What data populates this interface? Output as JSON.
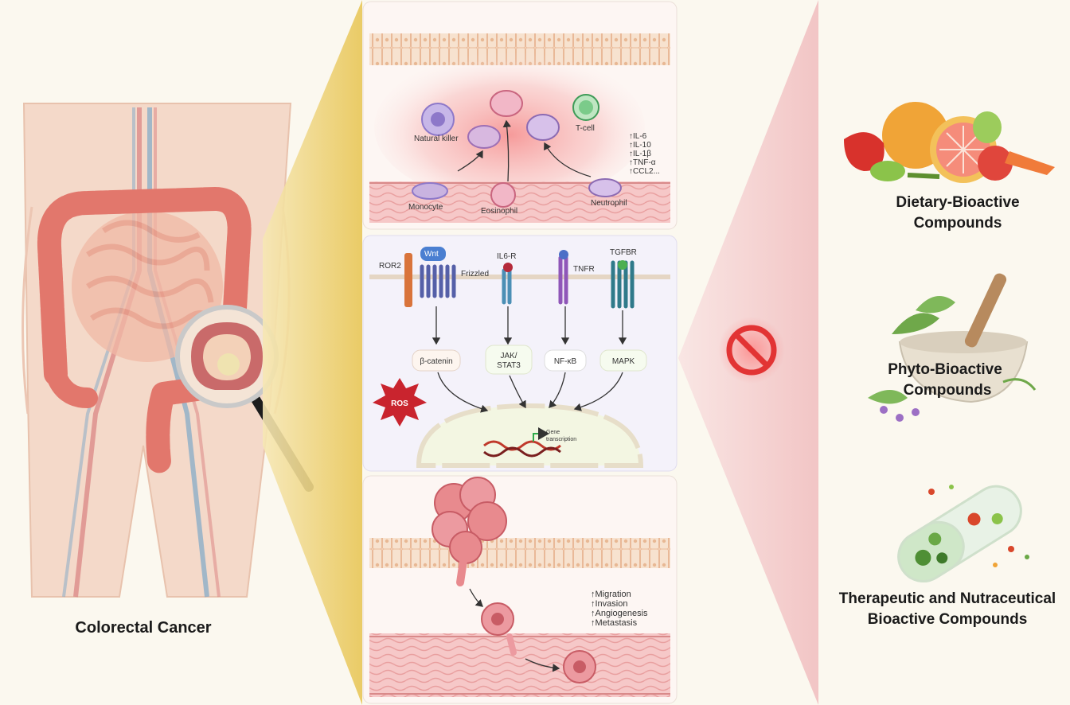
{
  "left_panel": {
    "title": "Colorectal Cancer"
  },
  "inflammation_panel": {
    "cells": {
      "natural_killer": "Natural killer",
      "t_cell": "T-cell",
      "monocyte": "Monocyte",
      "eosinophil": "Eosinophil",
      "neutrophil": "Neutrophil"
    },
    "cytokines": [
      "↑IL-6",
      "↑IL-10",
      "↑IL-1β",
      "↑TNF-α",
      "↑CCL2..."
    ]
  },
  "signaling_panel": {
    "receptors": {
      "ror2": "ROR2",
      "wnt": "Wnt",
      "frizzled": "Frizzled",
      "il6r": "IL6-R",
      "tnfr": "TNFR",
      "tgfbr": "TGFBR"
    },
    "pathways": {
      "beta_catenin": "β-catenin",
      "jak_line1": "JAK/",
      "jak_line2": "STAT3",
      "nfkb": "NF-κB",
      "mapk": "MAPK"
    },
    "ros": "ROS",
    "gene_line1": "Gene",
    "gene_line2": "transcription"
  },
  "metastasis_panel": {
    "effects": [
      "↑Migration",
      "↑Invasion",
      "↑Angiogenesis",
      "↑Metastasis"
    ]
  },
  "compounds": {
    "dietary_line1": "Dietary-Bioactive",
    "dietary_line2": "Compounds",
    "phyto_line1": "Phyto-Bioactive",
    "phyto_line2": "Compounds",
    "thera_line1": "Therapeutic and Nutraceutical",
    "thera_line2": "Bioactive Compounds"
  },
  "colors": {
    "background": "#fbf8ef",
    "colon": "#e2776c",
    "inflammation": "#f5a0a0",
    "cancer_cell": "#e88a8e",
    "inhibit_red": "#e23434"
  },
  "icons": [
    "magnifier-icon",
    "ros-burst-icon",
    "inhibit-icon",
    "fruit-vegetables-icon",
    "mortar-herbs-icon",
    "capsule-icon",
    "dna-icon"
  ]
}
